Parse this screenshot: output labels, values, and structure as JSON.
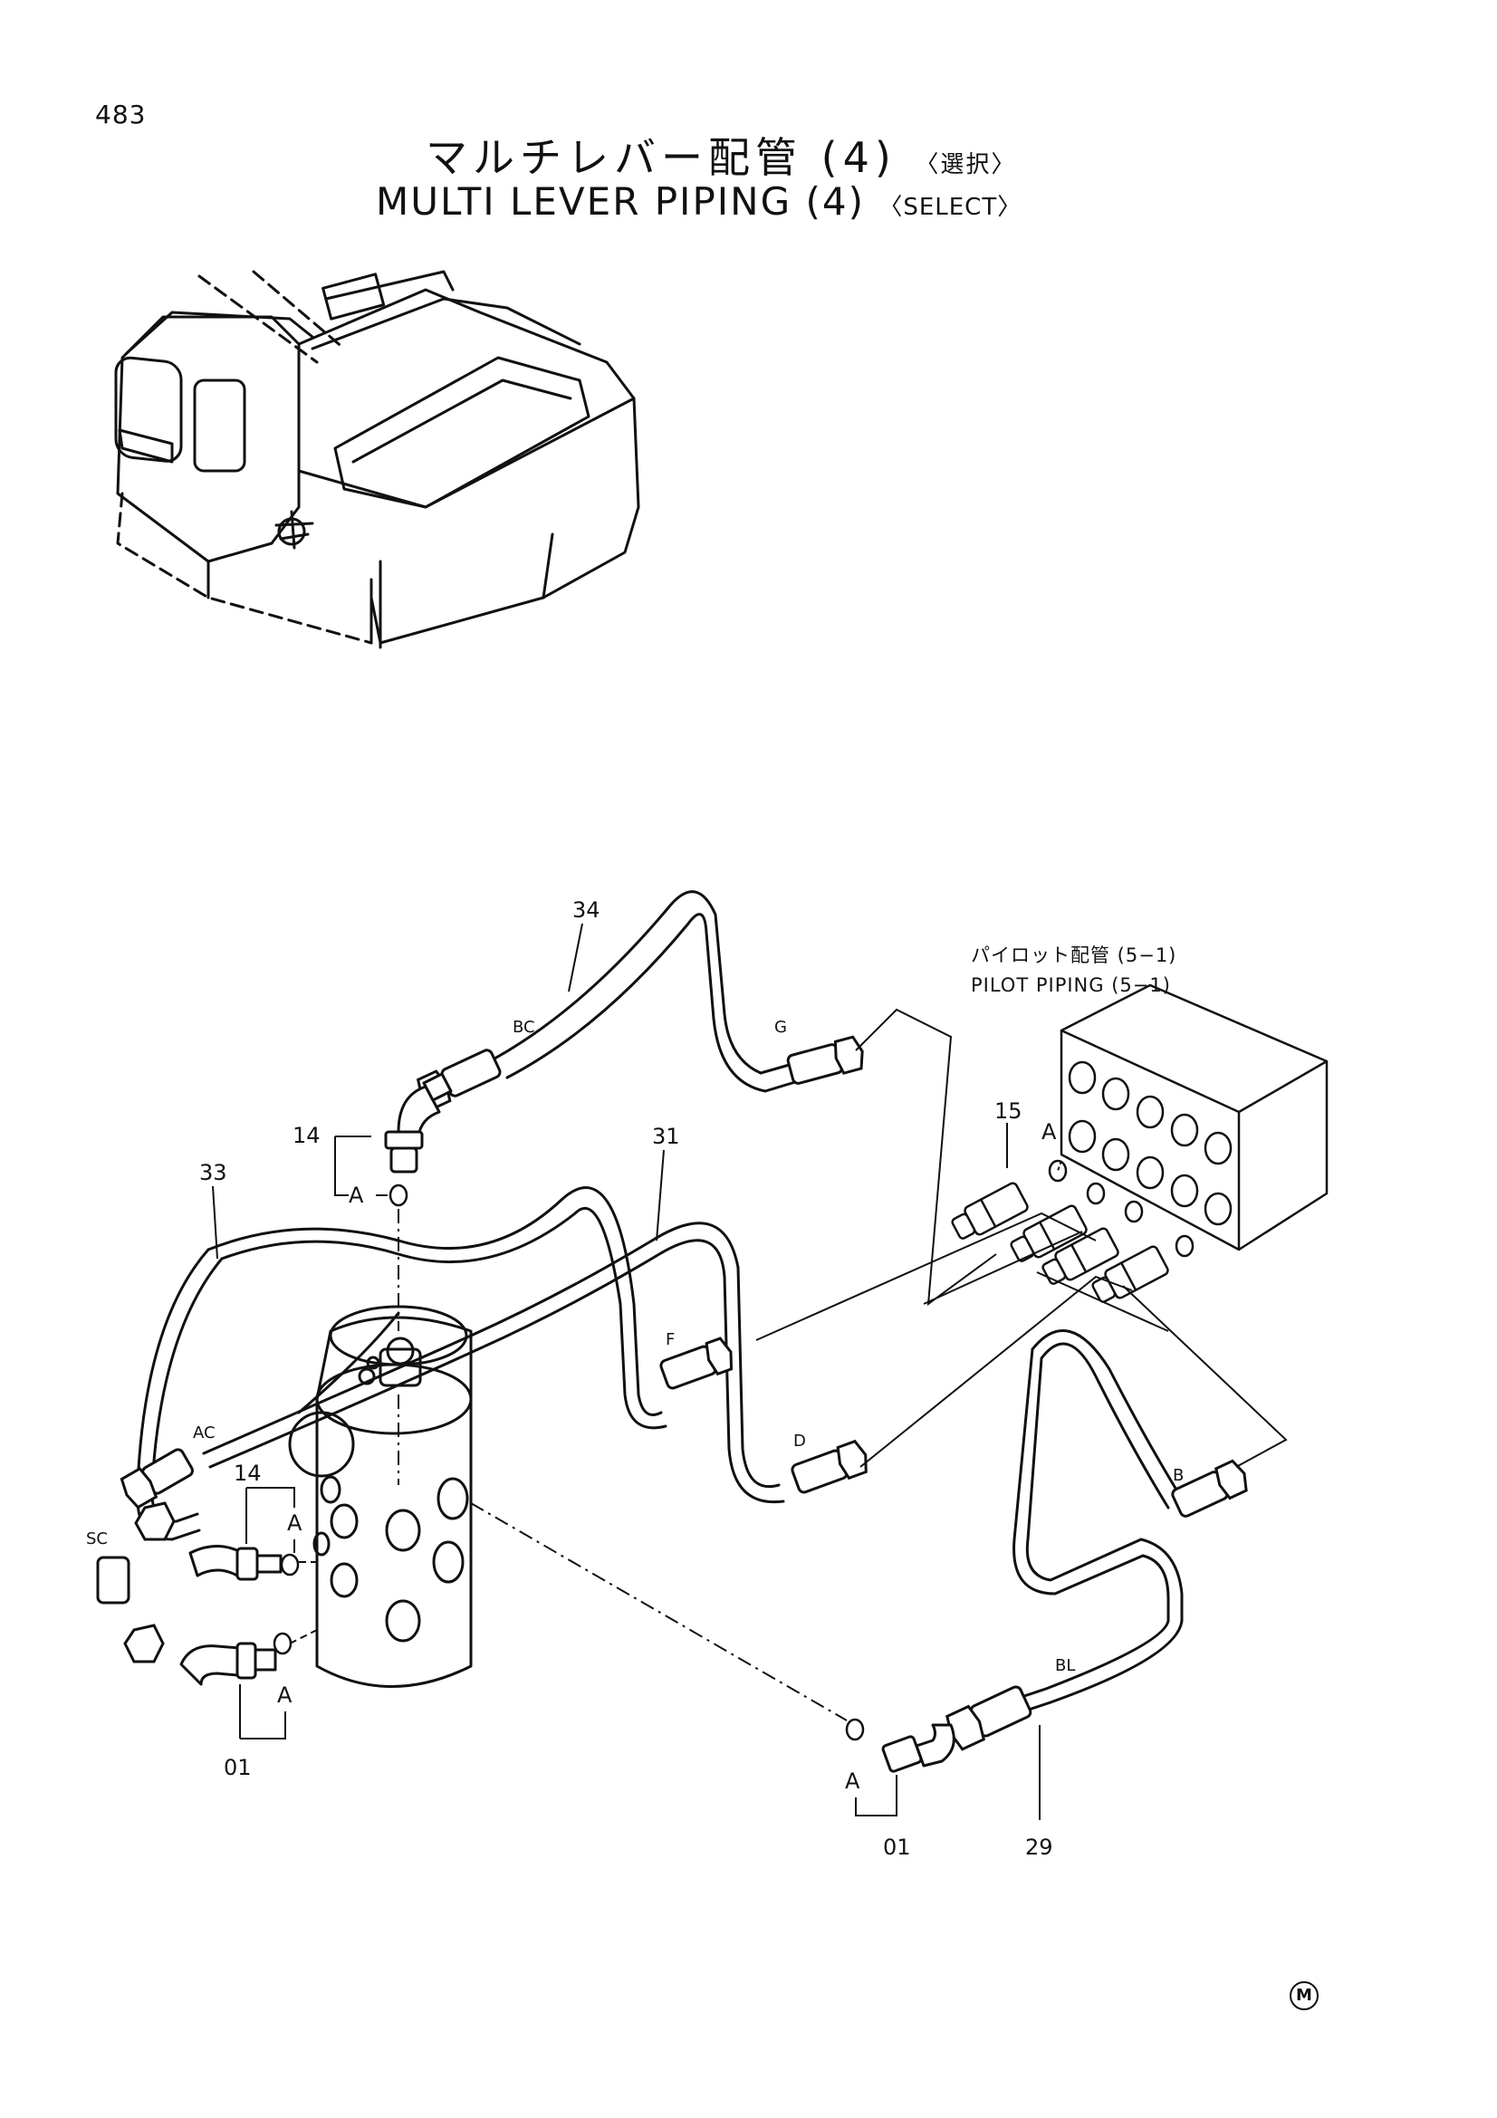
{
  "page_number": "483",
  "title_jp": "マルチレバー配管 (4)",
  "title_jp_select": "〈選択〉",
  "title_en": "MULTI LEVER PIPING (4)",
  "title_en_select": "〈SELECT〉",
  "reference_jp": "パイロット配管 (5−1)",
  "reference_en": "PILOT PIPING (5−1)",
  "part_numbers": {
    "p34": "34",
    "p33": "33",
    "p31": "31",
    "p14_top": "14",
    "p14_mid": "14",
    "p15": "15",
    "p01_left": "01",
    "p01_right": "01",
    "p29": "29"
  },
  "hose_labels": {
    "bc": "BC",
    "g": "G",
    "ac": "AC",
    "sc": "SC",
    "f": "F",
    "d": "D",
    "b": "B",
    "bl": "BL"
  },
  "o_ring_label": "A",
  "corner_marker": "M"
}
